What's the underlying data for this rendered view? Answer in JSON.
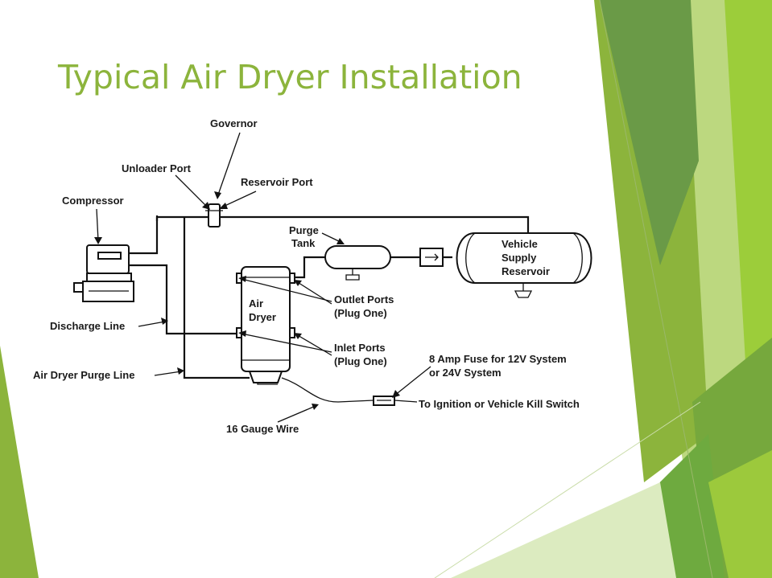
{
  "slide": {
    "title": "Typical Air Dryer Installation",
    "accent_color": "#8cb43c"
  },
  "diagram": {
    "labels": {
      "governor": "Governor",
      "unloader_port": "Unloader Port",
      "reservoir_port": "Reservoir Port",
      "compressor": "Compressor",
      "purge_tank_1": "Purge",
      "purge_tank_2": "Tank",
      "vehicle_supply_1": "Vehicle",
      "vehicle_supply_2": "Supply",
      "vehicle_supply_3": "Reservoir",
      "air_dryer_1": "Air",
      "air_dryer_2": "Dryer",
      "outlet_ports_1": "Outlet Ports",
      "outlet_ports_2": "(Plug One)",
      "inlet_ports_1": "Inlet Ports",
      "inlet_ports_2": "(Plug One)",
      "discharge_line": "Discharge Line",
      "air_dryer_purge_line": "Air Dryer Purge Line",
      "fuse_1": "8 Amp Fuse for 12V System",
      "fuse_2": "or 24V System",
      "ignition": "To Ignition or Vehicle Kill Switch",
      "gauge_wire": "16 Gauge Wire"
    }
  }
}
